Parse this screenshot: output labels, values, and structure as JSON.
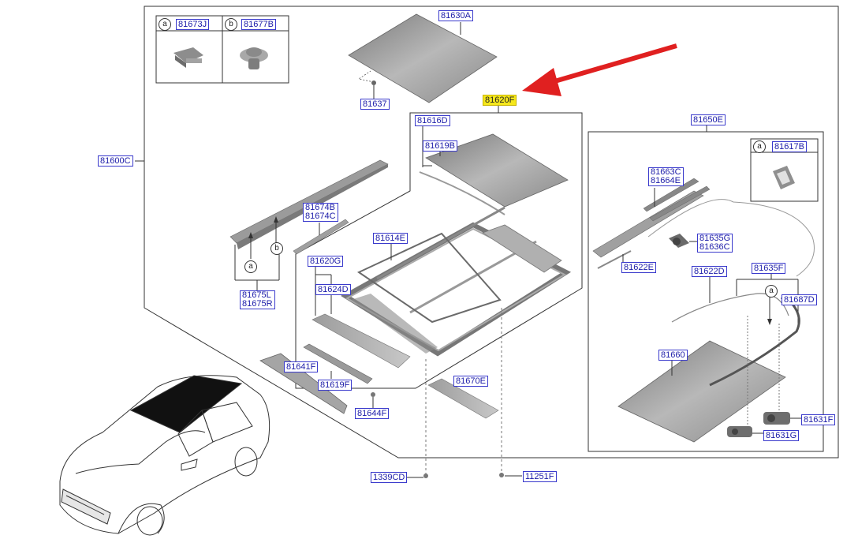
{
  "colors": {
    "label_text": "#1a1aa8",
    "label_border": "#3a3acc",
    "highlight": "#f5e71a",
    "arrow": "#e02020",
    "part_fill": "#9a9a9a"
  },
  "callouts": {
    "c_a": "a",
    "c_b": "b",
    "c_a_mid": "a",
    "c_b_mid": "b",
    "c_a_kit": "a",
    "c_a_right": "a"
  },
  "parts": {
    "p81673J": "81673J",
    "p81677B": "81677B",
    "p81630A": "81630A",
    "p81637": "81637",
    "p81620F": "81620F",
    "p81600C": "81600C",
    "p81616D": "81616D",
    "p81619B": "81619B",
    "p81674": "81674B\n81674C",
    "p81675": "81675L\n81675R",
    "p81620G": "81620G",
    "p81624D": "81624D",
    "p81614E": "81614E",
    "p81641F": "81641F",
    "p81619F": "81619F",
    "p81644F": "81644F",
    "p81670E": "81670E",
    "p1339CD": "1339CD",
    "p11251F": "11251F",
    "p81650E": "81650E",
    "p81617B": "81617B",
    "p81663": "81663C\n81664E",
    "p81635G": "81635G\n81636C",
    "p81622E": "81622E",
    "p81622D": "81622D",
    "p81635F": "81635F",
    "p81687D": "81687D",
    "p81660": "81660",
    "p81631F": "81631F",
    "p81631G": "81631G"
  }
}
